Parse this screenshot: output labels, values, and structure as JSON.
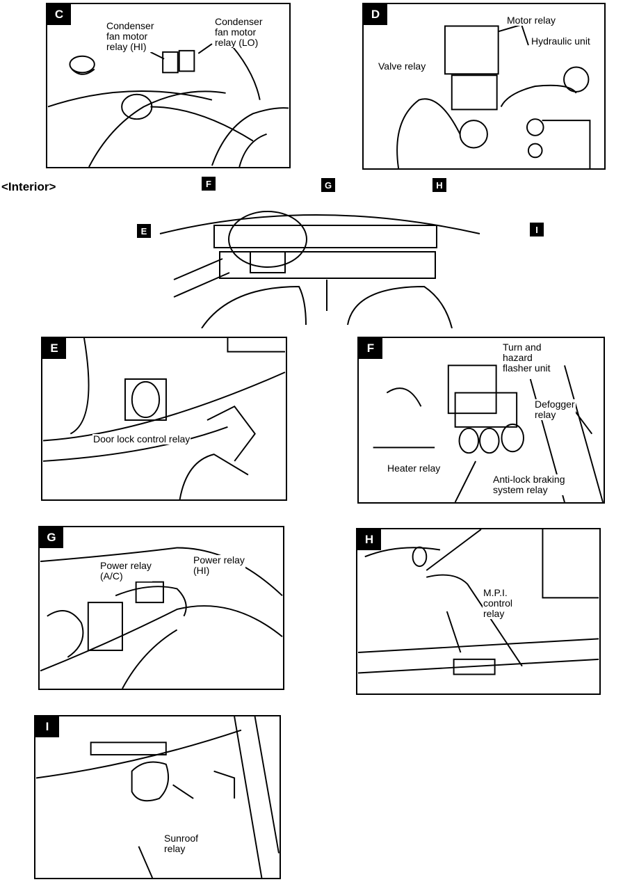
{
  "heading": "<Interior>",
  "panels": {
    "C": {
      "tag": "C",
      "labels": {
        "hi": "Condenser\nfan motor\nrelay (HI)",
        "lo": "Condenser\nfan motor\nrelay (LO)"
      }
    },
    "D": {
      "tag": "D",
      "labels": {
        "motor": "Motor relay",
        "hydraulic": "Hydraulic unit",
        "valve": "Valve relay"
      }
    },
    "E": {
      "tag": "E",
      "labels": {
        "door": "Door lock control relay"
      }
    },
    "F": {
      "tag": "F",
      "labels": {
        "turn": "Turn and\nhazard\nflasher unit",
        "defog": "Defogger\nrelay",
        "heater": "Heater relay",
        "abs": "Anti-lock braking\nsystem relay"
      }
    },
    "G": {
      "tag": "G",
      "labels": {
        "ac": "Power relay\n(A/C)",
        "hi": "Power relay\n(HI)"
      }
    },
    "H": {
      "tag": "H",
      "labels": {
        "mpi": "M.P.I.\ncontrol\nrelay"
      }
    },
    "I": {
      "tag": "I",
      "labels": {
        "sunroof": "Sunroof\nrelay"
      }
    }
  },
  "dash_tags": [
    "E",
    "F",
    "G",
    "H",
    "I"
  ]
}
